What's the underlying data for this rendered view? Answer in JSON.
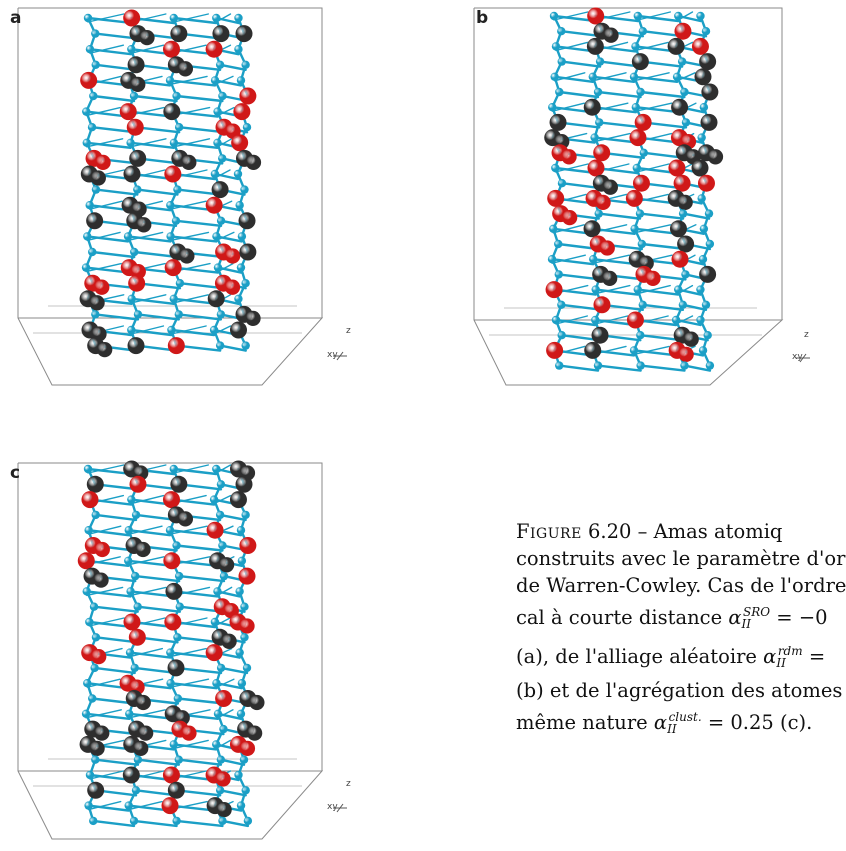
{
  "panels": [
    {
      "label": "a",
      "axis_z": "z",
      "axis_xy": "xy"
    },
    {
      "label": "b",
      "axis_z": "z",
      "axis_xy": "xy"
    },
    {
      "label": "c",
      "axis_z": "z",
      "axis_xy": "xy"
    }
  ],
  "colors": {
    "red_atom": "#d01818",
    "black_atom": "#2e2e2e",
    "cyan_atom": "#1b9fc6",
    "bond": "#1b9fc6",
    "box": "#8a8a8a"
  },
  "caption": {
    "figure_label": "Figure",
    "figure_number": "6.20",
    "separator": "–",
    "line1_text": "Amas atomiq",
    "line2": "construits avec le paramètre d'or",
    "line3": "de Warren-Cowley. Cas de l'ordre",
    "line4_text": "cal à courte distance",
    "line4_math": "α",
    "line4_sub": "II",
    "line4_sup": "SRO",
    "line4_value": "= −0",
    "line5_a": "(a), de l'alliage aléatoire",
    "line5_math": "α",
    "line5_sub": "II",
    "line5_sup": "rdm",
    "line5_value": "=",
    "line6": "(b) et de l'agrégation des atomes",
    "line7_text": "même nature",
    "line7_math": "α",
    "line7_sub": "II",
    "line7_sup": "clust.",
    "line7_value": "= 0.25 (c)."
  }
}
